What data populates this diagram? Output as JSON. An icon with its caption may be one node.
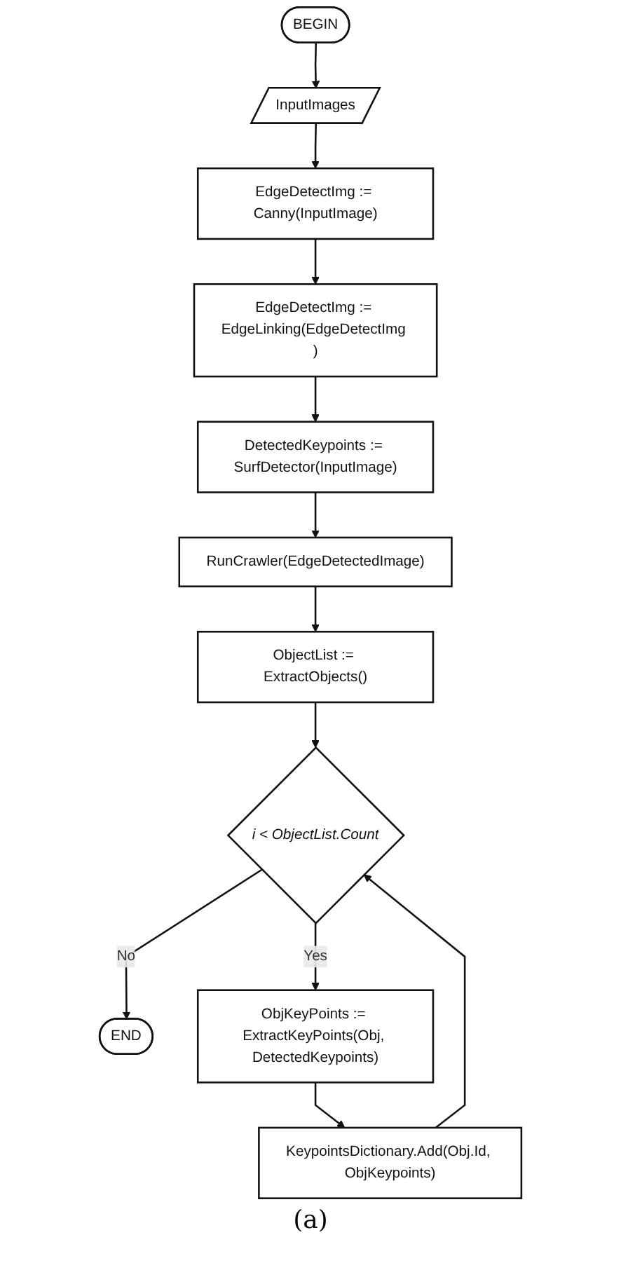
{
  "diagram": {
    "caption": "(a)",
    "nodes": [
      {
        "text": [
          "BEGIN"
        ]
      },
      {
        "text": [
          "InputImages"
        ]
      },
      {
        "text": [
          "EdgeDetectImg := Canny(InputImage)"
        ]
      },
      {
        "text": [
          "EdgeDetectImg := EdgeLinking(EdgeDetectImg )"
        ]
      },
      {
        "text": [
          "DetectedKeypoints := SurfDetector(InputImage)"
        ]
      },
      {
        "text": [
          "RunCrawler(EdgeDetectedImage)"
        ]
      },
      {
        "text": [
          "ObjectList := ExtractObjects()"
        ]
      },
      {
        "text": [
          "i < ObjectList.Count"
        ]
      },
      {
        "text": [
          "END"
        ]
      },
      {
        "text": [
          "ObjKeyPoints := ExtractKeyPoints(Obj, DetectedKeypoints)"
        ]
      },
      {
        "text": [
          "KeypointsDictionary.Add(Obj.Id, ObjKeypoints)"
        ]
      }
    ],
    "edges": [
      {
        "from": 0,
        "to": 1,
        "arrow": "to"
      },
      {
        "from": 1,
        "to": 2,
        "arrow": "to"
      },
      {
        "from": 2,
        "to": 3,
        "arrow": "to"
      },
      {
        "from": 3,
        "to": 4,
        "arrow": "to"
      },
      {
        "from": 4,
        "to": 5,
        "arrow": "to"
      },
      {
        "from": 5,
        "to": 6,
        "arrow": "to"
      },
      {
        "from": 6,
        "to": 7,
        "arrow": "to"
      },
      {
        "from": 7,
        "to": 8,
        "arrow": "to",
        "label": "No"
      },
      {
        "from": 7,
        "to": 9,
        "arrow": "to",
        "label": "Yes"
      },
      {
        "from": 9,
        "to": 10,
        "arrow": "to"
      },
      {
        "from": 10,
        "to": 7,
        "arrow": "to"
      }
    ]
  }
}
